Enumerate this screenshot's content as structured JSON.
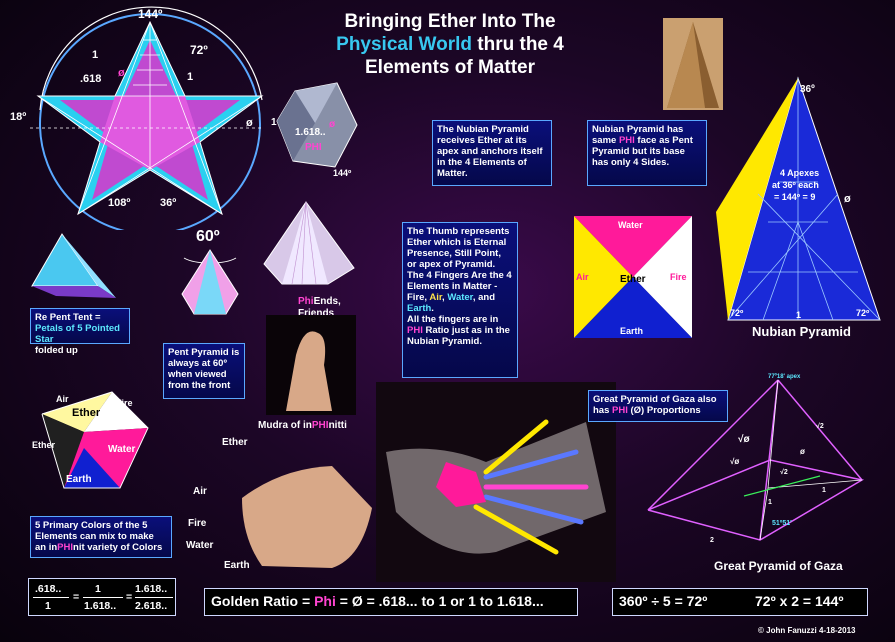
{
  "title": {
    "line1": "Bringing Ether  Into The",
    "physical_world": "Physical World",
    "thru": " thru the 4",
    "line3": "Elements of Matter"
  },
  "pentagram": {
    "a144": "144º",
    "a72": "72º",
    "one_a": "1",
    "one_b": "1",
    "p618": ".618",
    "phi_sym": "ø",
    "a18": "18º",
    "a108": "108º",
    "a36": "36º",
    "phi_right": "ø"
  },
  "cube": {
    "ratio": "1.618..",
    "phi": "PHI",
    "phi_sym": "ø",
    "one": "1",
    "a144": "144º"
  },
  "nubian_box1": {
    "text": "The Nubian Pyramid receives Ether at its apex and anchors itself in the 4 Elements of Matter."
  },
  "nubian_box2": {
    "pre": "Nubian Pyramid has same ",
    "phi": "PHI",
    "post": " face as Pent Pyramid but its base has only 4 Sides."
  },
  "nubian_pyramid": {
    "a36": "36º",
    "apexes_line1": "4 Apexes",
    "apexes_line2": "at 36º each",
    "apexes_line3": "= 144º = 9",
    "phi_sym": "ø",
    "a72_left": "72º",
    "one": "1",
    "a72_right": "72º",
    "caption": "Nubian Pyramid"
  },
  "pent_tent": {
    "pre": "Re Pent Tent =",
    "highlight": "Petals of 5 Pointed Star",
    "post": "folded up"
  },
  "sixty": {
    "label": "60º"
  },
  "phi_ends": {
    "phi": "Phi",
    "rest": "Ends, Friends"
  },
  "pent_pyramid_box": {
    "text": "Pent Pyramid is always at 60º when viewed from the front"
  },
  "thumb_box": {
    "p1": "The Thumb represents Ether which is  Eternal Presence, Still Point,  or apex of Pyramid.",
    "p2a": "The 4 Fingers Are the 4 Elements in Matter - Fire, ",
    "air": "Air",
    "comma": ", ",
    "water": "Water",
    "and": ", and ",
    "earth": "Earth",
    "dot": ".",
    "p3a": "All the fingers are in ",
    "phi": "PHI",
    "p3b": " Ratio just as in the Nubian Pyramid."
  },
  "square": {
    "water": "Water",
    "air": "Air",
    "ether": "Ether",
    "fire": "Fire",
    "earth": "Earth"
  },
  "tetra": {
    "air": "Air",
    "fire": "Fire",
    "ether": "Ether",
    "water": "Water",
    "earth": "Earth"
  },
  "mudra": {
    "pre": "Mudra of in",
    "phi": "PHI",
    "post": "nitti"
  },
  "hand": {
    "ether": "Ether",
    "air": "Air",
    "fire": "Fire",
    "water": "Water",
    "earth": "Earth"
  },
  "colors_box": {
    "p1": "5 Primary Colors of the 5 Elements can mix to make an in",
    "phi": "PHI",
    "p2": "nit variety of Colors"
  },
  "gaza_box": {
    "pre": "Great Pyramid of Gaza also has ",
    "phi": "PHI",
    "post": " (Ø)  Proportions"
  },
  "gaza": {
    "apex": "77º18' apex",
    "sqrt_phi": "√ø",
    "root_phi": "√ø",
    "phi_a": "ø",
    "root2": "√2",
    "root2b": "√2",
    "one_a": "1",
    "one_b": "1",
    "two": "2",
    "angle": "51º51'",
    "caption": "Great Pyramid of Gaza"
  },
  "formula_left": {
    "n1": ".618..",
    "d1": "1",
    "eq1": "=",
    "n2": "1",
    "d2": "1.618..",
    "eq2": "=",
    "n3": "1.618..",
    "d3": "2.618.."
  },
  "formula_mid": {
    "pre": "Golden Ratio = ",
    "phi": "Phi",
    "post": " = Ø =  .618... to 1 or 1 to 1.618..."
  },
  "formula_right": {
    "a": "360º ÷ 5 = 72º",
    "b": "72º x 2 = 144º"
  },
  "credit": "© John Fanuzzi  4-18-2013",
  "colors": {
    "magenta": "#ff44d0",
    "cyan": "#38c8f0",
    "blue": "#1020d0",
    "yellow": "#ffe800",
    "pink": "#ff1a9a"
  }
}
